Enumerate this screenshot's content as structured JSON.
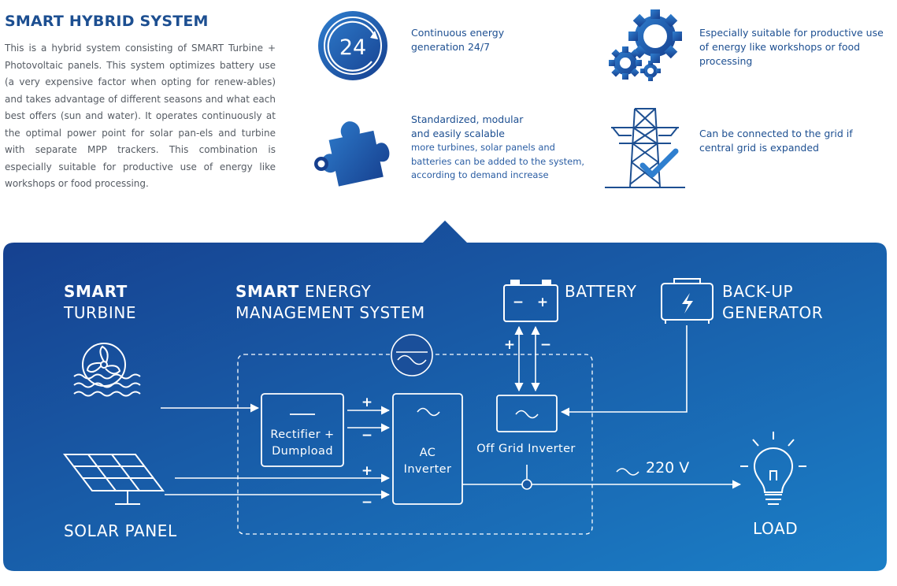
{
  "header": {
    "title": "SMART HYBRID SYSTEM",
    "description": "This is a hybrid system consisting of SMART Turbine + Photovoltaic panels. This system optimizes battery use (a very expensive factor when opting for renew-ables) and takes advantage of different seasons and what each best offers (sun and water). It operates continuously at the optimal power point for solar pan-els and turbine with separate MPP trackers. This combination is especially suitable for productive use of energy like workshops or food processing."
  },
  "features": [
    {
      "icon": "clock-24-icon",
      "number": "24",
      "title": "Continuous energy generation 24/7"
    },
    {
      "icon": "gears-icon",
      "title": "Especially suitable for productive use of energy like workshops or food processing"
    },
    {
      "icon": "puzzle-icon",
      "title": "Standardized, modular and easily scalable",
      "subtitle": "more turbines, solar panels and batteries can be added to the system, according to demand increase"
    },
    {
      "icon": "power-tower-check-icon",
      "title": "Can be connected to the grid if central grid is expanded"
    }
  ],
  "diagram": {
    "turbine_bold": "SMART",
    "turbine_label": "TURBINE",
    "ems_bold": "SMART",
    "ems_rest": " ENERGY",
    "ems_line2": "MANAGEMENT SYSTEM",
    "battery_label": "BATTERY",
    "battery_minus": "−",
    "battery_plus": "+",
    "generator_line1": "BACK-UP",
    "generator_line2": "GENERATOR",
    "rectifier_line1": "Rectifier +",
    "rectifier_line2": "Dumpload",
    "inverter_line1": "AC",
    "inverter_line2": "Inverter",
    "offgrid_label": "Off Grid Inverter",
    "solar_label": "SOLAR PANEL",
    "load_label": "LOAD",
    "voltage_label": "220 V",
    "plus": "+",
    "minus": "−",
    "colors": {
      "accent": "#1d4f91",
      "panel_start": "#163f8e",
      "panel_end": "#1b7fc7"
    }
  }
}
